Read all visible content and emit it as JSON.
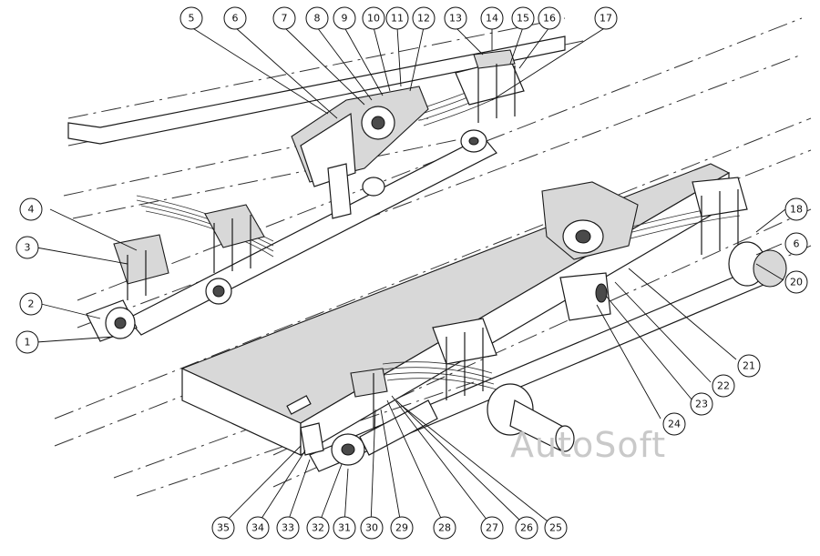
{
  "watermark": "AutoSoft",
  "callouts": [
    {
      "id": "1",
      "label": "1"
    },
    {
      "id": "2",
      "label": "2"
    },
    {
      "id": "3",
      "label": "3"
    },
    {
      "id": "4",
      "label": "4"
    },
    {
      "id": "5",
      "label": "5"
    },
    {
      "id": "6a",
      "label": "6"
    },
    {
      "id": "7",
      "label": "7"
    },
    {
      "id": "8",
      "label": "8"
    },
    {
      "id": "9",
      "label": "9"
    },
    {
      "id": "10",
      "label": "10"
    },
    {
      "id": "11",
      "label": "11"
    },
    {
      "id": "12",
      "label": "12"
    },
    {
      "id": "13",
      "label": "13"
    },
    {
      "id": "14",
      "label": "14"
    },
    {
      "id": "15",
      "label": "15"
    },
    {
      "id": "16",
      "label": "16"
    },
    {
      "id": "17",
      "label": "17"
    },
    {
      "id": "18",
      "label": "18"
    },
    {
      "id": "6b",
      "label": "6"
    },
    {
      "id": "20",
      "label": "20"
    },
    {
      "id": "21",
      "label": "21"
    },
    {
      "id": "22",
      "label": "22"
    },
    {
      "id": "23",
      "label": "23"
    },
    {
      "id": "24",
      "label": "24"
    },
    {
      "id": "25",
      "label": "25"
    },
    {
      "id": "26",
      "label": "26"
    },
    {
      "id": "27",
      "label": "27"
    },
    {
      "id": "28",
      "label": "28"
    },
    {
      "id": "29",
      "label": "29"
    },
    {
      "id": "30",
      "label": "30"
    },
    {
      "id": "31",
      "label": "31"
    },
    {
      "id": "32",
      "label": "32"
    },
    {
      "id": "33",
      "label": "33"
    },
    {
      "id": "34",
      "label": "34"
    },
    {
      "id": "35",
      "label": "35"
    }
  ]
}
